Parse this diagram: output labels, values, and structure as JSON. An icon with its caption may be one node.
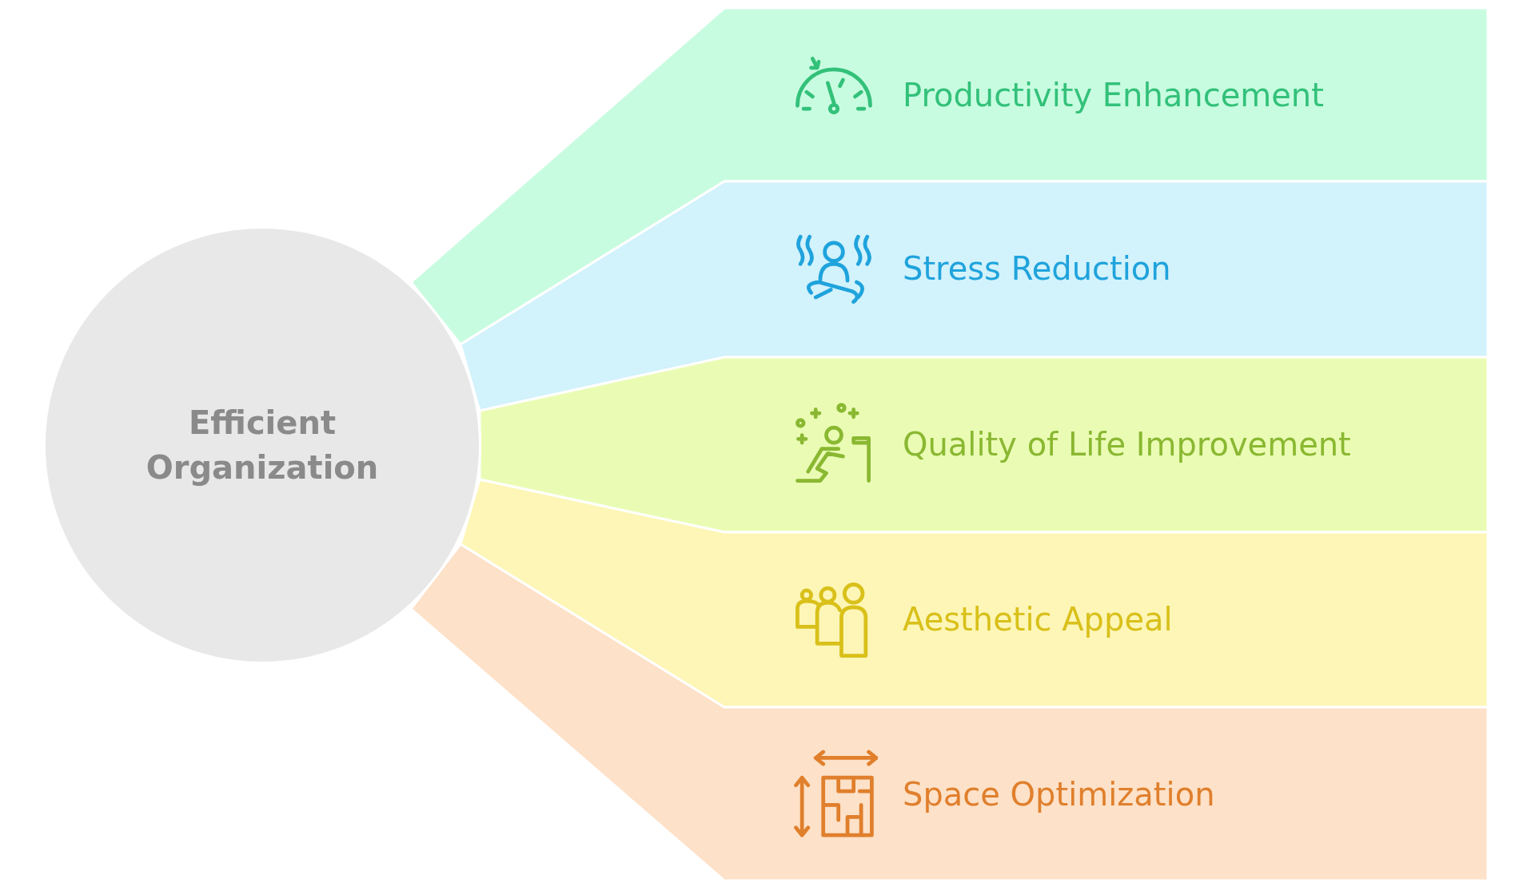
{
  "diagram": {
    "nodes": [
      {
        "text": [
          "Efficient Organization"
        ]
      },
      {
        "text": [
          "Productivity Enhancement"
        ]
      },
      {
        "text": [
          "Stress Reduction"
        ]
      },
      {
        "text": [
          "Quality of Life Improvement"
        ]
      },
      {
        "text": [
          "Aesthetic Appeal"
        ]
      },
      {
        "text": [
          "Space Optimization"
        ]
      }
    ]
  }
}
